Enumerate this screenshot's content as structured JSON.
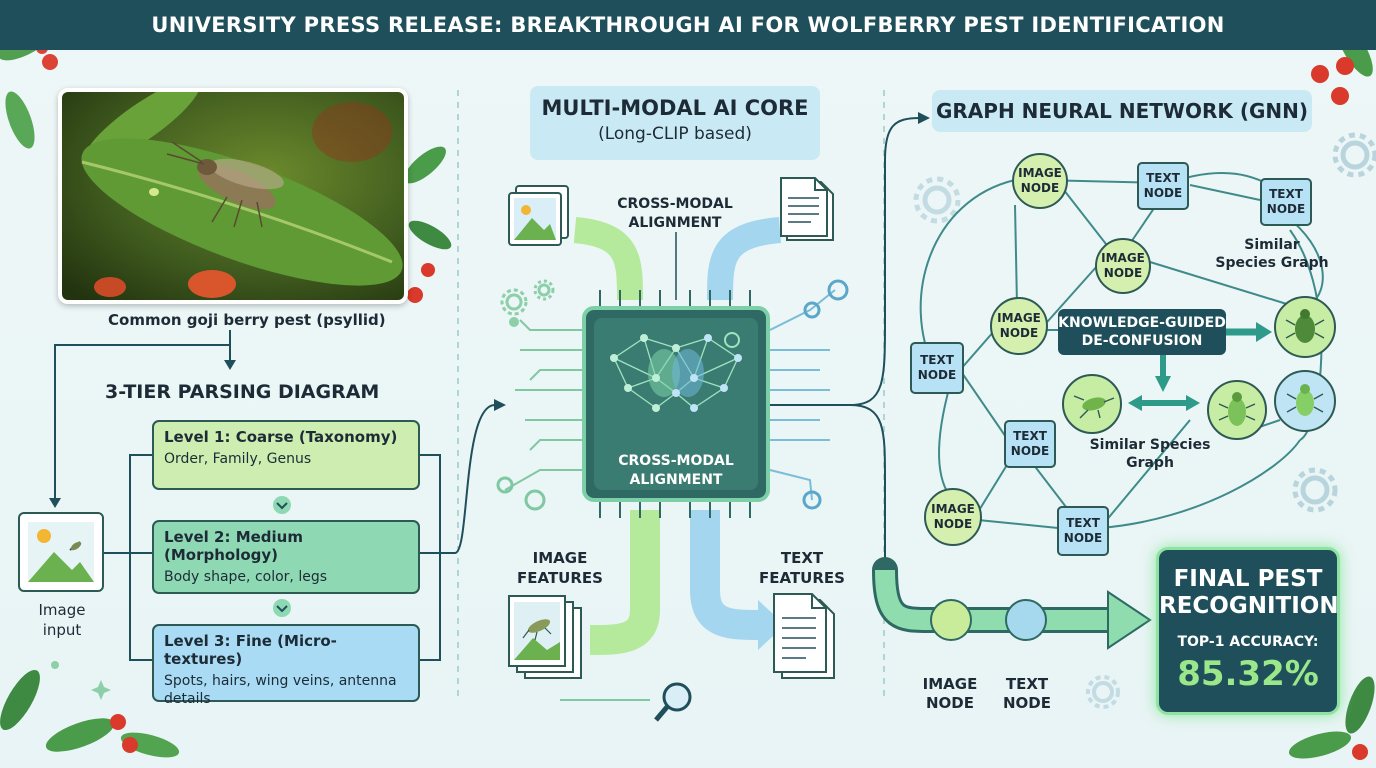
{
  "header": {
    "title": "UNIVERSITY PRESS RELEASE: BREAKTHROUGH AI FOR WOLFBERRY PEST IDENTIFICATION"
  },
  "photo": {
    "caption": "Common goji berry pest (psyllid)"
  },
  "parsing": {
    "title": "3-TIER PARSING DIAGRAM",
    "input_label_1": "Image",
    "input_label_2": "input",
    "levels": [
      {
        "title": "Level 1: Coarse (Taxonomy)",
        "desc": "Order, Family, Genus"
      },
      {
        "title": "Level 2: Medium (Morphology)",
        "desc": "Body shape, color, legs"
      },
      {
        "title": "Level 3: Fine (Micro-textures)",
        "desc": "Spots, hairs, wing veins, antenna details"
      }
    ]
  },
  "core": {
    "title": "MULTI-MODAL AI CORE",
    "subtitle": "(Long-CLIP based)",
    "top_label_1": "CROSS-MODAL",
    "top_label_2": "ALIGNMENT",
    "chip_label_1": "CROSS-MODAL",
    "chip_label_2": "ALIGNMENT",
    "image_features_1": "IMAGE",
    "image_features_2": "FEATURES",
    "text_features_1": "TEXT",
    "text_features_2": "FEATURES"
  },
  "gnn": {
    "title": "GRAPH NEURAL NETWORK (GNN)",
    "image_node_1": "IMAGE",
    "image_node_2": "NODE",
    "text_node_1": "TEXT",
    "text_node_2": "NODE",
    "similar_species_graph_1": "Similar",
    "similar_species_graph_2": "Species Graph",
    "kg_1": "KNOWLEDGE-GUIDED",
    "kg_2": "DE-CONFUSION",
    "similar_species_bottom_1": "Similar Species",
    "similar_species_bottom_2": "Graph",
    "bottom_image_1": "IMAGE",
    "bottom_image_2": "NODE",
    "bottom_text_1": "TEXT",
    "bottom_text_2": "NODE"
  },
  "result": {
    "title_1": "FINAL PEST",
    "title_2": "RECOGNITION",
    "metric": "TOP-1 ACCURACY:",
    "value": "85.32%"
  },
  "colors": {
    "header_bg": "#1f4f5b",
    "green_flow": "#9fe08a",
    "blue_flow": "#8cc9ec",
    "node_green": "#d5efae",
    "node_blue": "#b7e1f4",
    "accent_value": "#9be88a"
  }
}
